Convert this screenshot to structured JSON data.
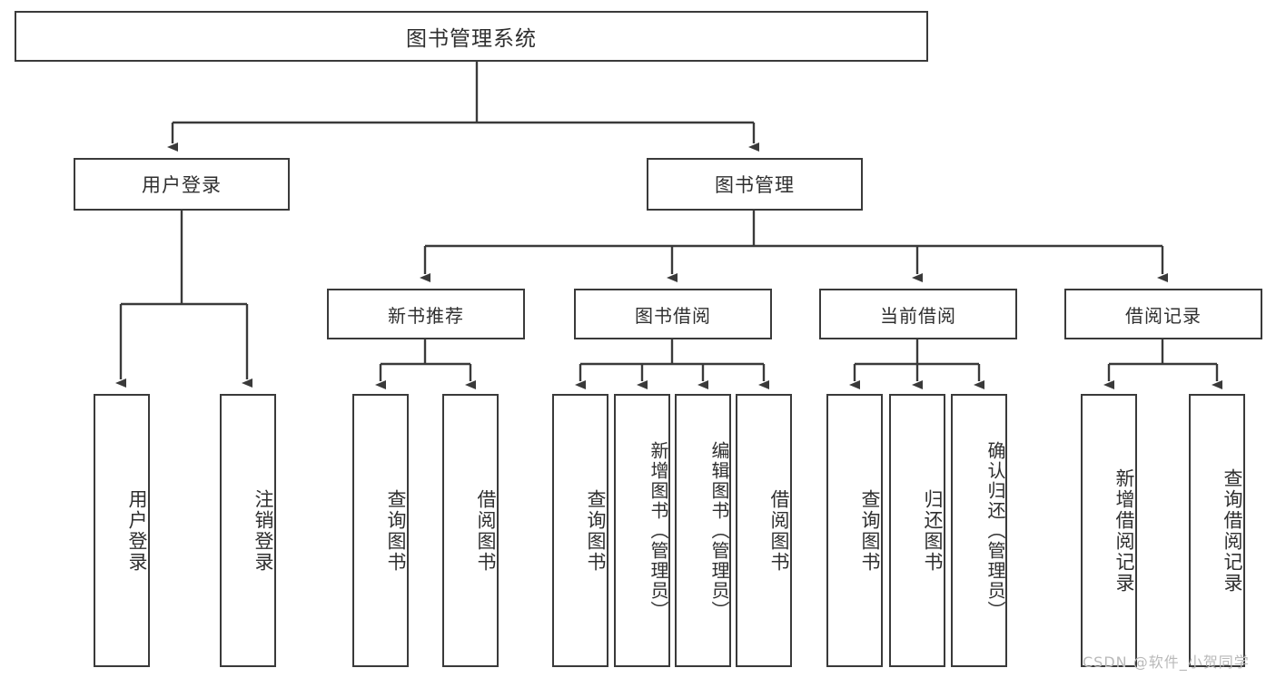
{
  "diagram": {
    "title": "图书管理系统",
    "type": "hierarchy-tree",
    "line_color": "#3a3a3a",
    "box_fill": "#ffffff",
    "text_color": "#2f2f2f",
    "root": {
      "label": "图书管理系统",
      "children": [
        {
          "label": "用户登录",
          "children": [
            {
              "label": "用户登录"
            },
            {
              "label": "注销登录"
            }
          ]
        },
        {
          "label": "图书管理",
          "children": [
            {
              "label": "新书推荐",
              "children": [
                {
                  "label": "查询图书"
                },
                {
                  "label": "借阅图书"
                }
              ]
            },
            {
              "label": "图书借阅",
              "children": [
                {
                  "label": "查询图书"
                },
                {
                  "label": "新增图书（管理员）"
                },
                {
                  "label": "编辑图书（管理员）"
                },
                {
                  "label": "借阅图书"
                }
              ]
            },
            {
              "label": "当前借阅",
              "children": [
                {
                  "label": "查询图书"
                },
                {
                  "label": "归还图书"
                },
                {
                  "label": "确认归还（管理员）"
                }
              ]
            },
            {
              "label": "借阅记录",
              "children": [
                {
                  "label": "新增借阅记录"
                },
                {
                  "label": "查询借阅记录"
                }
              ]
            }
          ]
        }
      ]
    }
  },
  "nodes": {
    "root": "图书管理系统",
    "user_login": "用户登录",
    "book_manage": "图书管理",
    "new_book_rec": "新书推荐",
    "book_borrow": "图书借阅",
    "current_borrow": "当前借阅",
    "borrow_record": "借阅记录",
    "leaf_user_login": "用户登录",
    "leaf_user_logout": "注销登录",
    "leaf_query_book_1": "查询图书",
    "leaf_borrow_book_1": "借阅图书",
    "leaf_query_book_2": "查询图书",
    "leaf_add_book_admin": "新增图书（管理员）",
    "leaf_edit_book_admin": "编辑图书（管理员）",
    "leaf_borrow_book_2": "借阅图书",
    "leaf_query_book_3": "查询图书",
    "leaf_return_book": "归还图书",
    "leaf_confirm_return_admin": "确认归还（管理员）",
    "leaf_add_record": "新增借阅记录",
    "leaf_query_record": "查询借阅记录"
  },
  "watermark": {
    "text": "CSDN @软件_小贺同学"
  }
}
